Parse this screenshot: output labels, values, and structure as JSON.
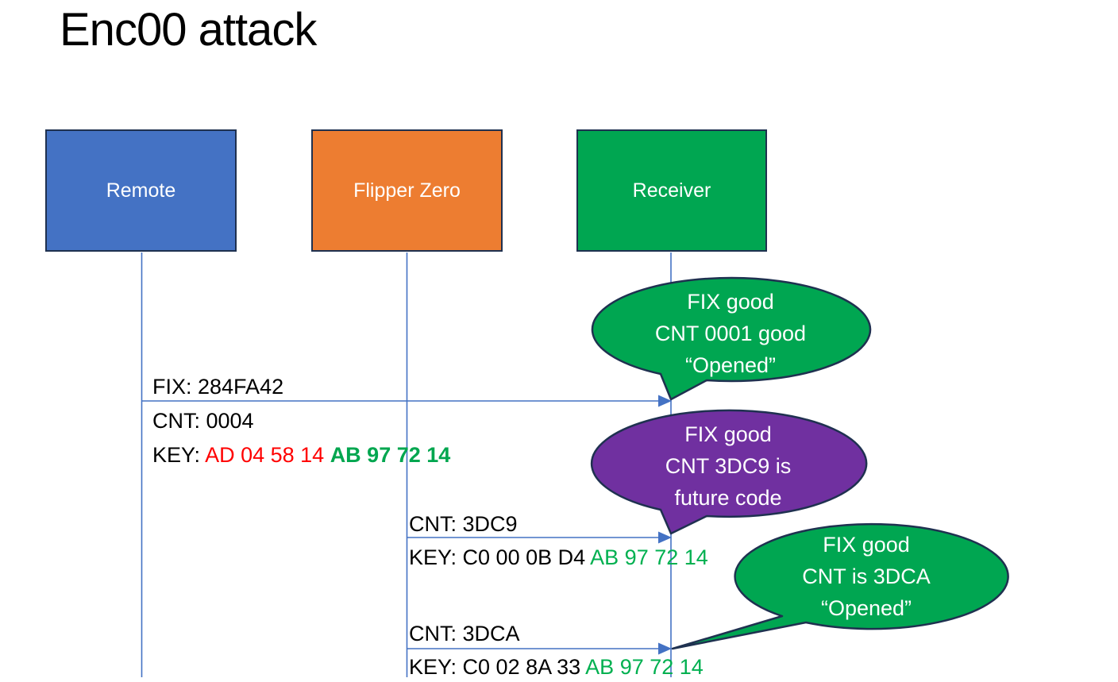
{
  "slide": {
    "title": "Enc00 attack"
  },
  "actors": [
    {
      "label": "Remote",
      "fill": "#4472C4"
    },
    {
      "label": "Flipper Zero",
      "fill": "#ED7D31"
    },
    {
      "label": "Receiver",
      "fill": "#00A651"
    }
  ],
  "messages": [
    {
      "fix_line": "FIX: 284FA42",
      "cnt_line": "CNT: 0004",
      "key_label": "KEY: ",
      "key_changed": "AD 04 58 14 ",
      "key_fixed": "AB 97 72 14"
    },
    {
      "cnt_line": "CNT: 3DC9",
      "key_label": "KEY: C0 00 0B D4 ",
      "key_fixed": "AB 97 72 14"
    },
    {
      "cnt_line": "CNT: 3DCA",
      "key_label": "KEY: C0 02 8A 33 ",
      "key_fixed": "AB 97 72 14"
    }
  ],
  "callouts": [
    {
      "line1": "FIX good",
      "line2": "CNT 0001 good",
      "line3": "“Opened”",
      "fill": "#00A651"
    },
    {
      "line1": "FIX good",
      "line2": "CNT 3DC9 is",
      "line3": "future code",
      "fill": "#7030A0"
    },
    {
      "line1": "FIX good",
      "line2": "CNT is 3DCA",
      "line3": "“Opened”",
      "fill": "#00A651"
    }
  ],
  "colors": {
    "remote_blue": "#4472C4",
    "flipper_orange": "#ED7D31",
    "receiver_green": "#00A651",
    "callout_purple": "#7030A0",
    "key_red": "#FF0000",
    "key_green": "#00B050",
    "connector_blue": "#4472C4",
    "outline_navy": "#1F3150",
    "text_black": "#000000",
    "text_white": "#FFFFFF"
  }
}
